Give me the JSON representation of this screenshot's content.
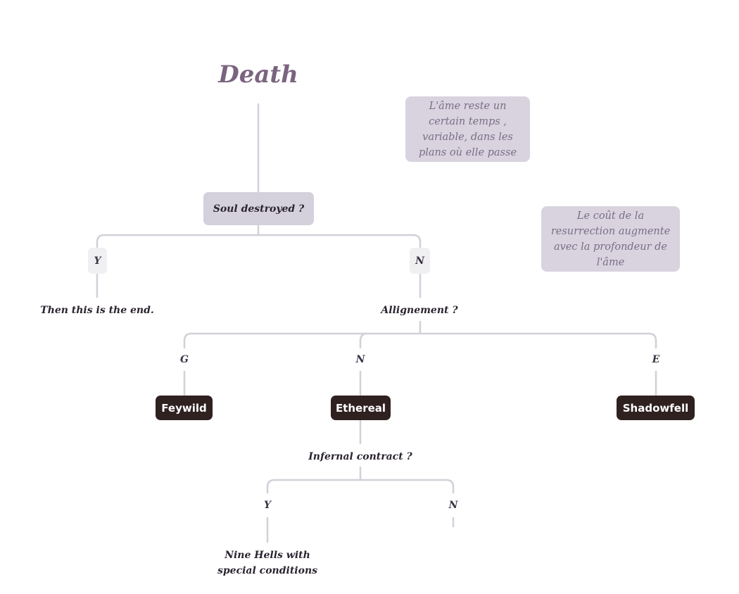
{
  "title": "Death",
  "notes": {
    "time_in_planes": "L'âme reste un certain temps , variable, dans les plans où elle passe",
    "resurrection_cost": "Le coût de la resurrection augmente avec la profondeur de l'âme"
  },
  "soul_destroyed": {
    "question": "Soul destroyed ?",
    "yes_label": "Y",
    "yes_result": "Then this is the end.",
    "no_label": "N"
  },
  "alignment": {
    "question": "Allignement ?",
    "good_label": "G",
    "neutral_label": "N",
    "evil_label": "E"
  },
  "planes": {
    "feywild": "Feywild",
    "ethereal": "Ethereal",
    "shadowfell": "Shadowfell"
  },
  "infernal": {
    "question": "Infernal contract ?",
    "yes_label": "Y",
    "yes_result": "Nine Hells with special conditions",
    "no_label": "N"
  },
  "colors": {
    "title": "#7b6480",
    "note_bg": "#d8d3df",
    "decision_bg": "#d4d0dc",
    "plane_bg": "#2f2120",
    "connector": "#d2d0d8"
  }
}
